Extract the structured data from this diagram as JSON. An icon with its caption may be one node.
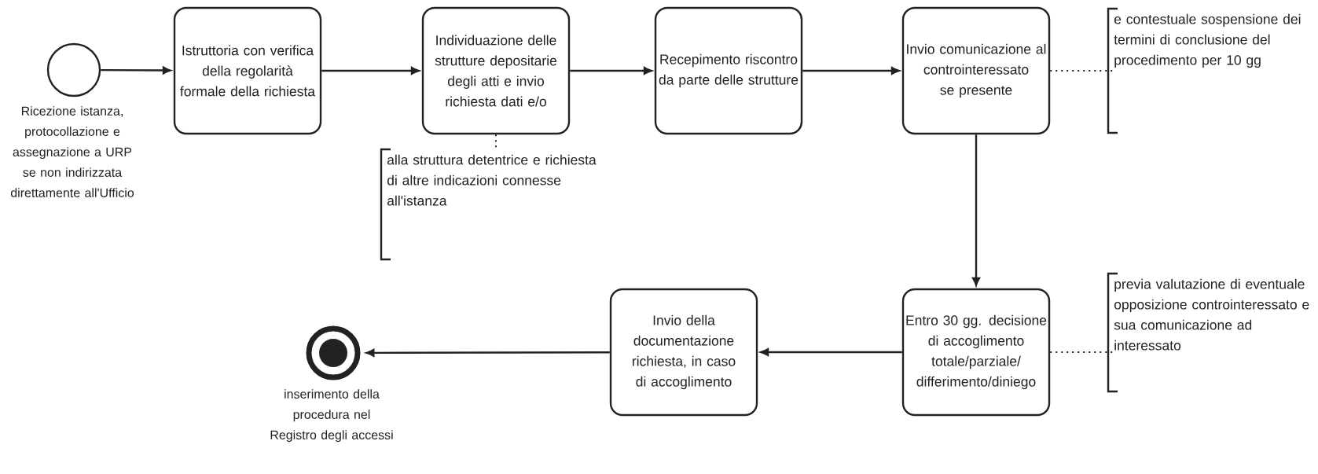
{
  "diagram": {
    "nodes": [
      {
        "text": [],
        "shape": "circle",
        "beside": [
          "Ricezione istanza, protocollazione e assegnazione a URP se non indirizzata direttamente all'Ufficio"
        ]
      },
      {
        "text": [
          "Istruttoria con verifica della regolarità formale della richiesta"
        ]
      },
      {
        "text": [
          "Individuazione delle strutture depositarie degli atti e invio richiesta dati e/o"
        ]
      },
      {
        "text": [
          "Recepimento riscontro da parte delle strutture"
        ]
      },
      {
        "text": [
          "Invio comunicazione al controinteressato se presente"
        ]
      },
      {
        "text": [
          "e contestuale sospensione dei termini di conclusione del procedimento per 10 gg"
        ]
      },
      {
        "text": [
          "alla struttura detentrice e richiesta di altre indicazioni connesse all'istanza"
        ]
      },
      {
        "text": [
          "Entro 30 gg. decisione di accoglimento totale/parziale/differimento/diniego"
        ]
      },
      {
        "text": [
          "previa valutazione di eventuale opposizione controinteressato e sua comunicazione ad interessato"
        ]
      },
      {
        "text": [
          "Invio della documentazione richiesta, in caso di accoglimento"
        ]
      },
      {
        "text": [],
        "shape": "circle",
        "beside": [
          "inserimento della procedura nel Registro degli accessi"
        ]
      }
    ],
    "edges": [
      {
        "from": 0,
        "to": 1,
        "arrow": "to"
      },
      {
        "from": 1,
        "to": 2,
        "arrow": "to"
      },
      {
        "from": 2,
        "to": 3,
        "arrow": "to"
      },
      {
        "from": 3,
        "to": 4,
        "arrow": "to"
      },
      {
        "from": 4,
        "to": 5,
        "arrow": "none",
        "style": "dashed"
      },
      {
        "from": 2,
        "to": 6,
        "arrow": "none",
        "style": "dashed"
      },
      {
        "from": 4,
        "to": 7,
        "arrow": "to"
      },
      {
        "from": 7,
        "to": 8,
        "arrow": "none",
        "style": "dashed"
      },
      {
        "from": 7,
        "to": 9,
        "arrow": "to"
      },
      {
        "from": 9,
        "to": 10,
        "arrow": "to"
      }
    ]
  }
}
